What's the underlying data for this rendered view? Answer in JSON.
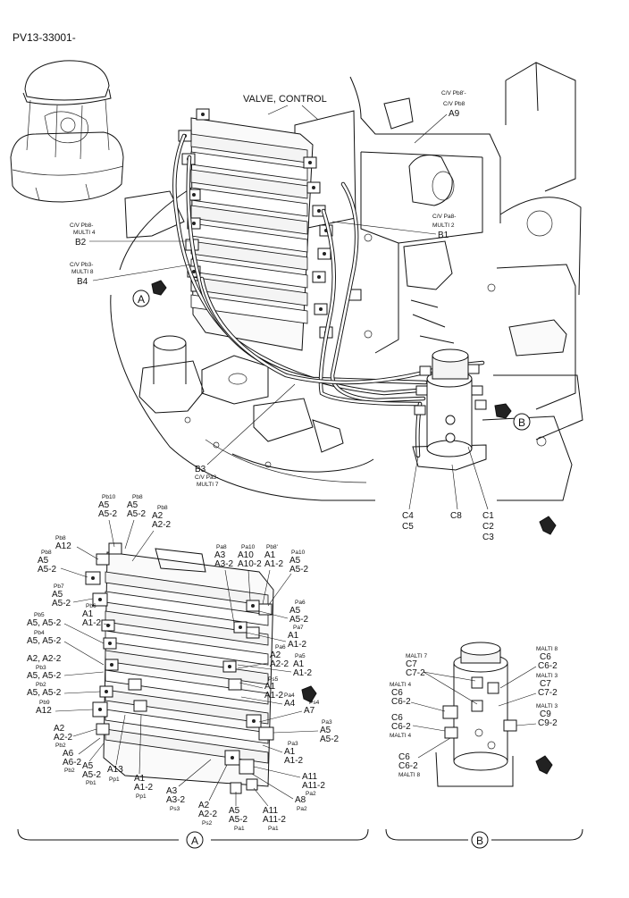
{
  "doc_id": "PV13-33001-",
  "title": "VALVE, CONTROL",
  "views": {
    "a": "A",
    "b": "B"
  },
  "callouts": {
    "a9": {
      "tag1": "C/V Pb8'-",
      "tag2": "C/V Pb8",
      "ref": "A9"
    },
    "b1": {
      "tag1": "C/V Pa8-",
      "tag2": "MULTI 2",
      "ref": "B1"
    },
    "b2": {
      "tag1": "C/V Pb8-",
      "tag2": "MULTI 4",
      "ref": "B2"
    },
    "b4": {
      "tag1": "C/V Pb3-",
      "tag2": "MULTI 8",
      "ref": "B4"
    },
    "b3": {
      "ref": "B3",
      "tag1": "C/V Pa3-",
      "tag2": "MULTI 7"
    },
    "c4": [
      "C4",
      "C5"
    ],
    "c8": "C8",
    "c1": [
      "C1",
      "C2",
      "C3"
    ]
  },
  "view_a": {
    "pb10": {
      "tag": "Pb10",
      "refs": [
        "A5",
        "A5-2"
      ]
    },
    "pb8a": {
      "tag": "Pb8",
      "refs": [
        "A5",
        "A5-2"
      ]
    },
    "pb8b": {
      "tag": "Pb8",
      "refs": [
        "A2",
        "A2-2"
      ]
    },
    "pb8c": {
      "tag": "Pb8",
      "refs": [
        "A12"
      ]
    },
    "pb8d": {
      "tag": "Pb8",
      "refs": [
        "A5",
        "A5-2"
      ]
    },
    "pb7": {
      "tag": "Pb7",
      "refs": [
        "A5",
        "A5-2"
      ]
    },
    "pb6": {
      "tag": "Pb6",
      "refs": [
        "A1",
        "A1-2"
      ]
    },
    "pb5": {
      "tag": "Pb5",
      "refs": [
        "A5, A5-2"
      ]
    },
    "pb4": {
      "tag": "Pb4",
      "refs": [
        "A5, A5-2",
        "A2, A2-2"
      ]
    },
    "pb3": {
      "tag": "Pb3",
      "refs": [
        "A5, A5-2"
      ]
    },
    "pb2": {
      "tag": "Pb2",
      "refs": [
        "A5, A5-2"
      ]
    },
    "pb9": {
      "tag": "Pb9",
      "refs": [
        "A12"
      ]
    },
    "pb2b": {
      "refs": [
        "A2",
        "A2-2"
      ],
      "tag": "Pb2"
    },
    "pb2c": {
      "refs": [
        "A6",
        "A6-2"
      ],
      "tag": "Pb2"
    },
    "pb1": {
      "refs": [
        "A5",
        "A5-2"
      ],
      "tag": "Pb1"
    },
    "pp1a": {
      "refs": [
        "A13"
      ],
      "tag": "Pp1"
    },
    "pp1b": {
      "refs": [
        "A1",
        "A1-2"
      ],
      "tag": "Pp1"
    },
    "ps3": {
      "refs": [
        "A3",
        "A3-2"
      ],
      "tag": "Ps3"
    },
    "ps2": {
      "refs": [
        "A2",
        "A2-2"
      ],
      "tag": "Ps2"
    },
    "pa1a": {
      "refs": [
        "A5",
        "A5-2"
      ],
      "tag": "Pa1"
    },
    "pa1b": {
      "refs": [
        "A11",
        "A11-2"
      ],
      "tag": "Pa1"
    },
    "pa2a": {
      "refs": [
        "A8"
      ],
      "tag": "Pa2"
    },
    "pa2b": {
      "refs": [
        "A11",
        "A11-2"
      ],
      "tag": "Pa2"
    },
    "pa3a": {
      "tag": "Pa3",
      "refs": [
        "A1",
        "A1-2"
      ]
    },
    "pa3b": {
      "tag": "Pa3",
      "refs": [
        "A5",
        "A5-2"
      ]
    },
    "ps4": {
      "tag": "Ps4",
      "refs": [
        "A7"
      ]
    },
    "pa4": {
      "tag": "Pa4",
      "refs": [
        "A4"
      ]
    },
    "ps5": {
      "tag": "Ps5",
      "refs": [
        "A1",
        "A1-2"
      ]
    },
    "pa5": {
      "tag": "Pa5",
      "refs": [
        "A1",
        "A1-2"
      ]
    },
    "pa6a": {
      "tag": "Pa6",
      "refs": [
        "A2",
        "A2-2"
      ]
    },
    "pa7": {
      "tag": "Pa7",
      "refs": [
        "A1",
        "A1-2"
      ]
    },
    "pa6b": {
      "tag": "Pa6",
      "refs": [
        "A5",
        "A5-2"
      ]
    },
    "pa8": {
      "tag": "Pa8",
      "refs": [
        "A3",
        "A3-2"
      ]
    },
    "pa10": {
      "tag": "Pa10",
      "refs": [
        "A10",
        "A10-2"
      ]
    },
    "pb8p": {
      "tag": "Pb8'",
      "refs": [
        "A1",
        "A1-2"
      ]
    },
    "pa10b": {
      "tag": "Pa10",
      "refs": [
        "A5",
        "A5-2"
      ]
    }
  },
  "view_b": {
    "malti8a": {
      "tag": "MALTI 8",
      "refs": [
        "C6",
        "C6-2"
      ]
    },
    "malti7": {
      "tag": "MALTI 7",
      "refs": [
        "C7",
        "C7-2"
      ]
    },
    "malti3a": {
      "tag": "MALTI 3",
      "refs": [
        "C7",
        "C7-2"
      ]
    },
    "malti4a": {
      "tag": "MALTI 4",
      "refs": [
        "C6",
        "C6-2"
      ]
    },
    "malti3b": {
      "tag": "MALTI 3",
      "refs": [
        "C9",
        "C9-2"
      ]
    },
    "malti4b": {
      "refs": [
        "C6",
        "C6-2"
      ],
      "tag": "MALTI 4"
    },
    "malti8b": {
      "refs": [
        "C6",
        "C6-2"
      ],
      "tag": "MALTI 8"
    }
  }
}
